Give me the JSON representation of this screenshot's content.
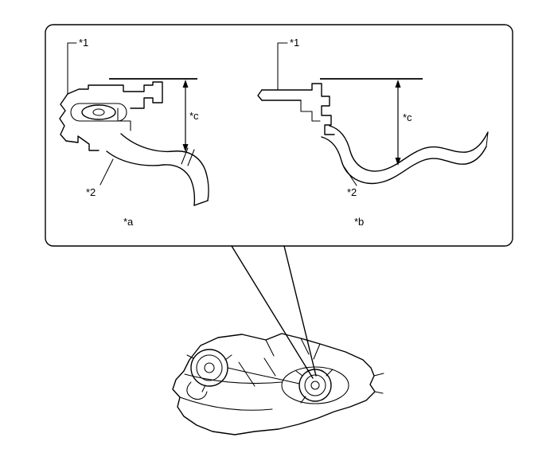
{
  "callout_box": {
    "left_view": {
      "view_label": "*a",
      "callout_1": "*1",
      "callout_2": "*2",
      "dimension_label": "*c"
    },
    "right_view": {
      "view_label": "*b",
      "callout_1": "*1",
      "callout_2": "*2",
      "dimension_label": "*c"
    }
  },
  "colors": {
    "line": "#000000",
    "background": "#ffffff"
  }
}
